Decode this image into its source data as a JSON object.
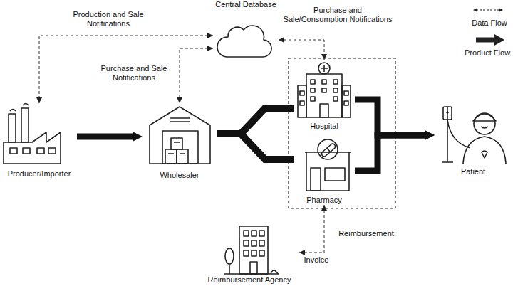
{
  "diagram": {
    "nodes": [
      {
        "text": [
          "Central Database"
        ]
      },
      {
        "text": [
          "Producer/Importer"
        ]
      },
      {
        "text": [
          "Wholesaler"
        ]
      },
      {
        "text": [
          "Hospital"
        ]
      },
      {
        "text": [
          "Pharmacy"
        ]
      },
      {
        "text": [
          "Patient"
        ]
      },
      {
        "text": [
          "Reimbursement Agency"
        ]
      }
    ],
    "edges": [
      {
        "from": 1,
        "to": 2,
        "arrow": "to"
      },
      {
        "from": 0,
        "to": 1,
        "label": "Production and Sale Notifications",
        "arrow": "both"
      },
      {
        "from": 0,
        "to": 2,
        "label": "Purchase and Sale Notifications",
        "arrow": "both"
      },
      {
        "from": 0,
        "to": 3,
        "label": "Purchase and Sale/Consumption Notifications",
        "arrow": "both"
      },
      {
        "from": 2,
        "to": 3,
        "arrow": "none"
      },
      {
        "from": 2,
        "to": 4,
        "arrow": "none"
      },
      {
        "from": 3,
        "to": 5,
        "arrow": "to"
      },
      {
        "from": 4,
        "to": 5,
        "arrow": "to"
      },
      {
        "from": 4,
        "to": 6,
        "label": "Reimbursement",
        "arrow": "both"
      }
    ],
    "labels": [
      "Invoice"
    ],
    "legend": [
      {
        "text": "Data Flow"
      },
      {
        "text": "Product Flow"
      }
    ]
  }
}
